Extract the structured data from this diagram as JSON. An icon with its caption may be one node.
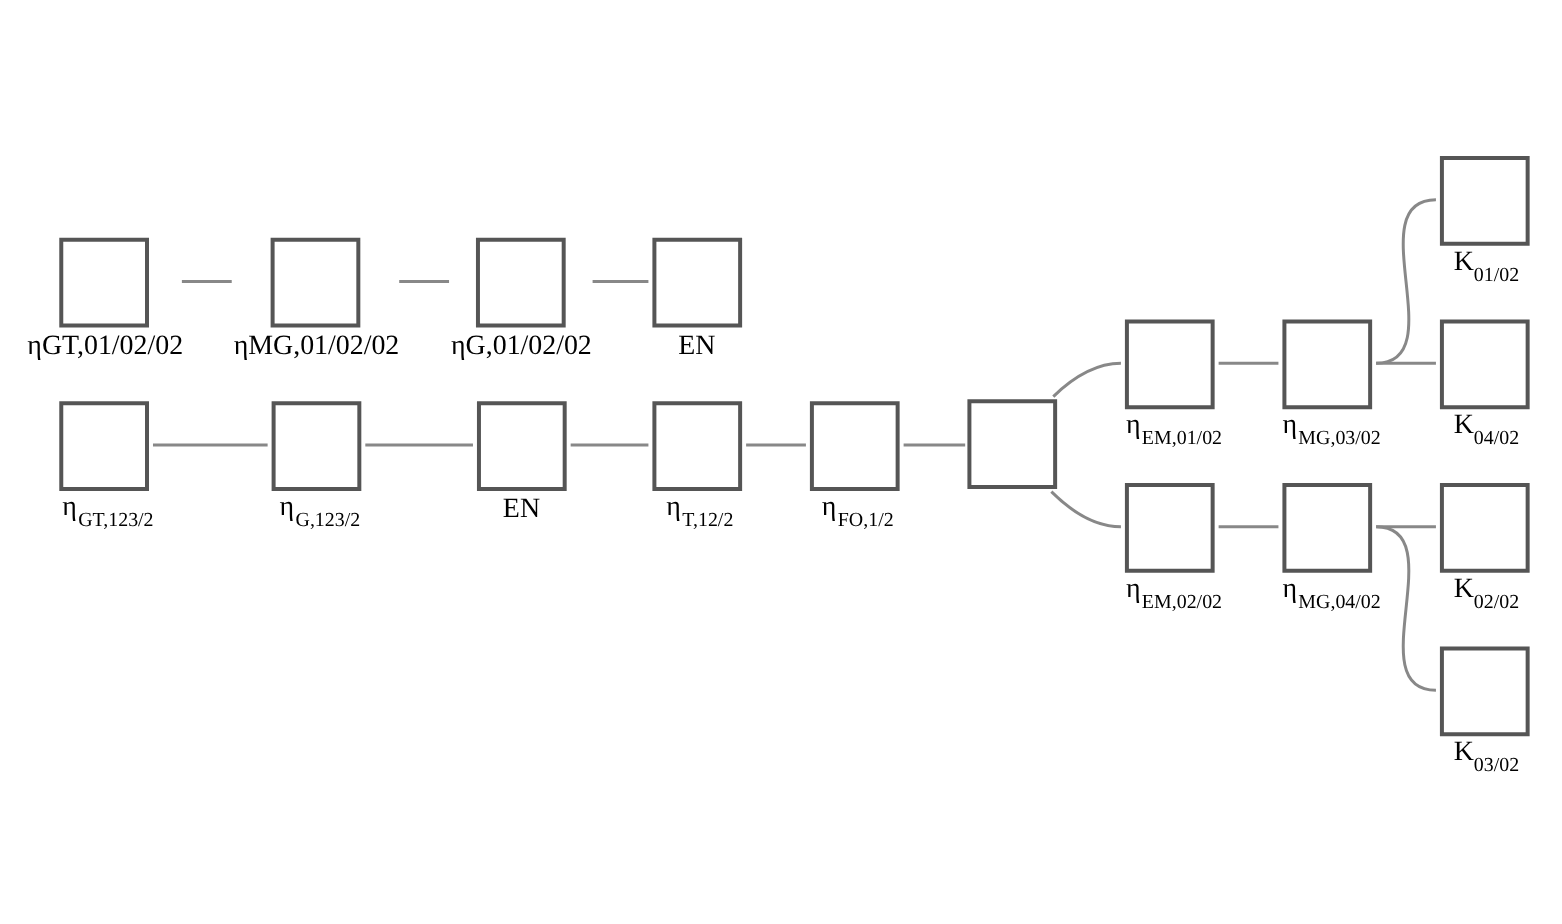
{
  "diagram": {
    "nodes": [
      {
        "text": [],
        "shape": "box",
        "beside": [
          "η$_{GT,123/2}$"
        ]
      },
      {
        "text": [],
        "shape": "box",
        "beside": [
          "η$_{G,123/2}$"
        ]
      },
      {
        "text": [],
        "shape": "box",
        "beside": [
          "EN"
        ]
      },
      {
        "text": [],
        "shape": "box",
        "beside": [
          "η$_{T,12/2}$"
        ]
      },
      {
        "text": [],
        "shape": "box",
        "beside": [
          "η$_{FO,1/2}$"
        ]
      },
      {
        "text": [],
        "shape": "box"
      },
      {
        "text": [],
        "shape": "box",
        "beside": [
          "η$_{EM,01/02}$"
        ]
      },
      {
        "text": [],
        "shape": "box",
        "beside": [
          "η$_{MG,03/02}$"
        ]
      },
      {
        "text": [],
        "shape": "box",
        "beside": [
          "K$_{01/02}$"
        ]
      },
      {
        "text": [],
        "shape": "box",
        "beside": [
          "K$_{04/02}$"
        ]
      },
      {
        "text": [],
        "shape": "box",
        "beside": [
          "η$_{EM,02/02}$"
        ]
      },
      {
        "text": [],
        "shape": "box",
        "beside": [
          "η$_{MG,04/02}$"
        ]
      },
      {
        "text": [],
        "shape": "box",
        "beside": [
          "K$_{02/02}$"
        ]
      },
      {
        "text": [],
        "shape": "box",
        "beside": [
          "K$_{03/02}$"
        ]
      },
      {
        "text": [],
        "shape": "box",
        "beside": [
          "ηGT,01/02/02"
        ]
      },
      {
        "text": [],
        "shape": "box",
        "beside": [
          "ηMG,01/02/02"
        ]
      },
      {
        "text": [],
        "shape": "box",
        "beside": [
          "ηG,01/02/02"
        ]
      },
      {
        "text": [],
        "shape": "box",
        "beside": [
          "EN"
        ]
      }
    ],
    "edges": [
      {
        "from": 0,
        "to": 1,
        "arrow": "none"
      },
      {
        "from": 1,
        "to": 2,
        "arrow": "none"
      },
      {
        "from": 2,
        "to": 3,
        "arrow": "none"
      },
      {
        "from": 3,
        "to": 4,
        "arrow": "none"
      },
      {
        "from": 4,
        "to": 5,
        "arrow": "none"
      },
      {
        "from": 5,
        "to": 6,
        "arrow": "none"
      },
      {
        "from": 5,
        "to": 10,
        "arrow": "none"
      },
      {
        "from": 6,
        "to": 7,
        "arrow": "none"
      },
      {
        "from": 7,
        "to": 8,
        "arrow": "none"
      },
      {
        "from": 7,
        "to": 9,
        "arrow": "none"
      },
      {
        "from": 10,
        "to": 11,
        "arrow": "none"
      },
      {
        "from": 11,
        "to": 12,
        "arrow": "none"
      },
      {
        "from": 11,
        "to": 13,
        "arrow": "none"
      },
      {
        "from": 14,
        "to": 15,
        "arrow": "none"
      },
      {
        "from": 15,
        "to": 16,
        "arrow": "none"
      },
      {
        "from": 16,
        "to": 17,
        "arrow": "none"
      }
    ]
  }
}
